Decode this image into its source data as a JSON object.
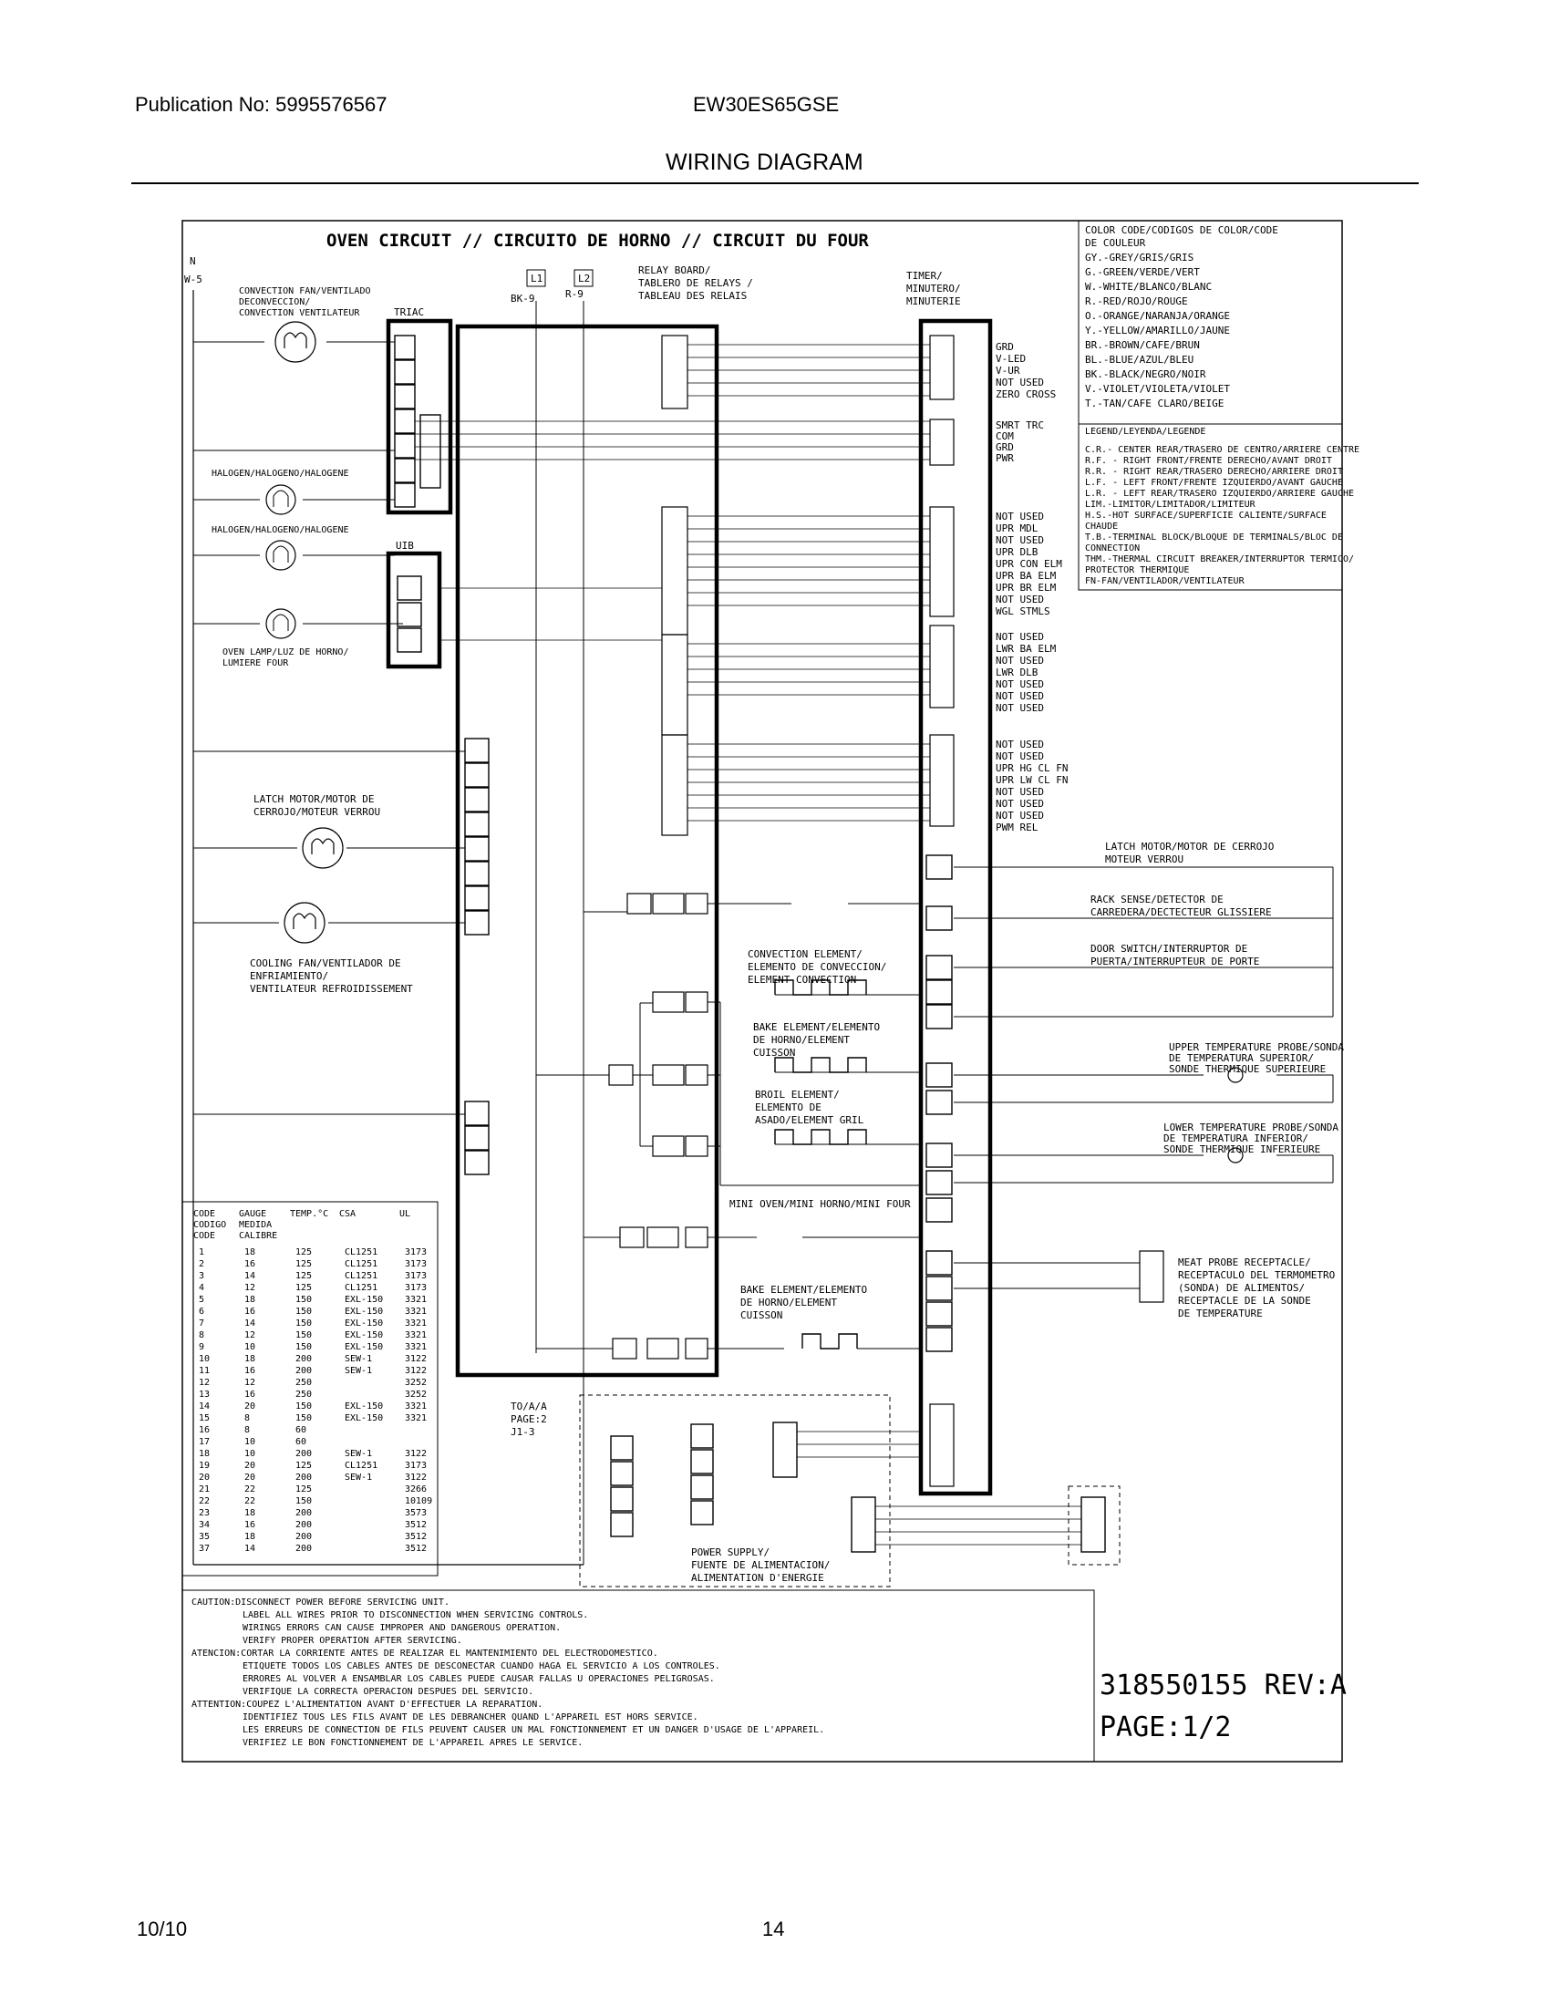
{
  "header": {
    "publication": "Publication No: 5995576567",
    "model": "EW30ES65GSE",
    "section_title": "WIRING DIAGRAM"
  },
  "footer": {
    "date": "10/10",
    "page": "14"
  },
  "diagram": {
    "title": "OVEN CIRCUIT // CIRCUITO DE HORNO // CIRCUIT DU FOUR",
    "neutral": "N",
    "n_wire": "W-5",
    "lines": {
      "l1": "L1",
      "l2": "L2",
      "l1_wire": "BK-9",
      "l2_wire": "R-9"
    },
    "relay_board": [
      "RELAY BOARD/",
      "TABLERO DE RELAYS /",
      "TABLEAU  DES RELAIS"
    ],
    "timer": [
      "TIMER/",
      "MINUTERO/",
      "MINUTERIE"
    ],
    "triac": "TRIAC",
    "uib": "UIB",
    "convection_fan": [
      "CONVECTION FAN/VENTILADO",
      "DECONVECCION/",
      "CONVECTION VENTILATEUR"
    ],
    "halogen": "HALOGEN/HALOGENO/HALOGENE",
    "oven_lamp": [
      "OVEN LAMP/LUZ DE HORNO/",
      "LUMIERE FOUR"
    ],
    "latch_motor": [
      "LATCH MOTOR/MOTOR DE",
      "CERROJO/MOTEUR VERROU"
    ],
    "cooling_fan": [
      "COOLING FAN/VENTILADOR DE",
      "ENFRIAMIENTO/",
      "VENTILATEUR REFROIDISSEMENT"
    ],
    "convection_element": [
      "CONVECTION ELEMENT/",
      "ELEMENTO DE CONVECCION/",
      "ELEMENT CONVECTION"
    ],
    "bake_element": [
      "BAKE ELEMENT/ELEMENTO",
      "DE HORNO/ELEMENT",
      "CUISSON"
    ],
    "broil_element": [
      "BROIL ELEMENT/",
      "ELEMENTO DE",
      "ASADO/ELEMENT GRIL"
    ],
    "mini_oven": "MINI OVEN/MINI HORNO/MINI FOUR",
    "mini_bake_element": [
      "BAKE ELEMENT/ELEMENTO",
      "DE HORNO/ELEMENT",
      "CUISSON"
    ],
    "latch_motor_right": [
      "LATCH MOTOR/MOTOR DE CERROJO",
      "MOTEUR VERROU"
    ],
    "rack_sense": [
      "RACK SENSE/DETECTOR DE",
      "CARREDERA/DECTECTEUR GLISSIERE"
    ],
    "door_switch": [
      "DOOR SWITCH/INTERRUPTOR DE",
      "PUERTA/INTERRUPTEUR DE PORTE"
    ],
    "upper_probe": [
      "UPPER TEMPERATURE PROBE/SONDA",
      "DE TEMPERATURA SUPERIOR/",
      "SONDE THERMIQUE SUPERIEURE"
    ],
    "lower_probe": [
      "LOWER TEMPERATURE PROBE/SONDA",
      "DE TEMPERATURA INFERIOR/",
      "SONDE THERMIQUE INFERIEURE"
    ],
    "meat_probe": [
      "MEAT PROBE RECEPTACLE/",
      "RECEPTACULO DEL TERMOMETRO",
      "(SONDA) DE ALIMENTOS/",
      "RECEPTACLE DE LA SONDE",
      "DE TEMPERATURE"
    ],
    "power_supply": [
      "POWER SUPPLY/",
      "FUENTE DE ALIMENTACION/",
      "ALIMENTATION D'ENERGIE"
    ],
    "to_page": [
      "TO/A/A",
      "PAGE:2",
      "J1-3"
    ],
    "p16_labels": [
      "GRD",
      "V-LED",
      "V-UR",
      "NOT USED",
      "ZERO CROSS"
    ],
    "p2_labels": [
      "SMRT TRC",
      "COM",
      "GRD",
      "PWR"
    ],
    "p9_labels": [
      "NOT USED",
      "UPR MDL",
      "NOT USED",
      "UPR DLB",
      "UPR CON ELM",
      "UPR BA ELM",
      "UPR BR ELM",
      "NOT USED",
      "WGL STMLS"
    ],
    "p11_labels": [
      "NOT USED",
      "LWR BA ELM",
      "NOT USED",
      "LWR DLB",
      "NOT USED",
      "NOT USED",
      "NOT USED"
    ],
    "p13_labels": [
      "NOT USED",
      "NOT USED",
      "UPR HG CL FN",
      "UPR LW CL FN",
      "NOT USED",
      "NOT USED",
      "NOT USED",
      "PWM REL"
    ],
    "color_code_title": [
      "COLOR CODE/CODIGOS DE COLOR/CODE",
      "DE COULEUR"
    ],
    "color_codes": [
      "GY.-GREY/GRIS/GRIS",
      "G.-GREEN/VERDE/VERT",
      "W.-WHITE/BLANCO/BLANC",
      "R.-RED/ROJO/ROUGE",
      "O.-ORANGE/NARANJA/ORANGE",
      "Y.-YELLOW/AMARILLO/JAUNE",
      "BR.-BROWN/CAFE/BRUN",
      "BL.-BLUE/AZUL/BLEU",
      "BK.-BLACK/NEGRO/NOIR",
      "V.-VIOLET/VIOLETA/VIOLET",
      "T.-TAN/CAFE CLARO/BEIGE"
    ],
    "legend_title": "LEGEND/LEYENDA/LEGENDE",
    "legend": [
      "C.R.- CENTER REAR/TRASERO DE CENTRO/ARRIERE CENTRE",
      "R.F. - RIGHT FRONT/FRENTE DERECHO/AVANT DROIT",
      "R.R. - RIGHT REAR/TRASERO DERECHO/ARRIERE DROIT",
      "L.F. - LEFT FRONT/FRENTE IZQUIERDO/AVANT GAUCHE",
      "L.R. - LEFT REAR/TRASERO IZQUIERDO/ARRIERE GAUCHE",
      "LIM.-LIMITOR/LIMITADOR/LIMITEUR",
      "H.S.-HOT SURFACE/SUPERFICIE CALIENTE/SURFACE",
      "     CHAUDE",
      "T.B.-TERMINAL BLOCK/BLOQUE DE TERMINALS/BLOC DE",
      "     CONNECTION",
      "THM.-THERMAL CIRCUIT BREAKER/INTERRUPTOR TERMICO/",
      "     PROTECTOR THERMIQUE",
      "FN-FAN/VENTILADOR/VENTILATEUR"
    ],
    "wire_table": {
      "headers": [
        [
          "CODE",
          "GAUGE",
          "TEMP.°C",
          "CSA",
          "UL"
        ],
        [
          "CODIGO",
          "MEDIDA",
          "",
          "",
          ""
        ],
        [
          "CODE",
          "CALIBRE",
          "",
          "",
          ""
        ]
      ],
      "rows": [
        [
          "1",
          "18",
          "125",
          "CL1251",
          "3173"
        ],
        [
          "2",
          "16",
          "125",
          "CL1251",
          "3173"
        ],
        [
          "3",
          "14",
          "125",
          "CL1251",
          "3173"
        ],
        [
          "4",
          "12",
          "125",
          "CL1251",
          "3173"
        ],
        [
          "5",
          "18",
          "150",
          "EXL-150",
          "3321"
        ],
        [
          "6",
          "16",
          "150",
          "EXL-150",
          "3321"
        ],
        [
          "7",
          "14",
          "150",
          "EXL-150",
          "3321"
        ],
        [
          "8",
          "12",
          "150",
          "EXL-150",
          "3321"
        ],
        [
          "9",
          "10",
          "150",
          "EXL-150",
          "3321"
        ],
        [
          "10",
          "18",
          "200",
          "SEW-1",
          "3122"
        ],
        [
          "11",
          "16",
          "200",
          "SEW-1",
          "3122"
        ],
        [
          "12",
          "12",
          "250",
          "",
          "3252"
        ],
        [
          "13",
          "16",
          "250",
          "",
          "3252"
        ],
        [
          "14",
          "20",
          "150",
          "EXL-150",
          "3321"
        ],
        [
          "15",
          "8",
          "150",
          "EXL-150",
          "3321"
        ],
        [
          "16",
          "8",
          "60",
          "",
          ""
        ],
        [
          "17",
          "10",
          "60",
          "",
          ""
        ],
        [
          "18",
          "10",
          "200",
          "SEW-1",
          "3122"
        ],
        [
          "19",
          "20",
          "125",
          "CL1251",
          "3173"
        ],
        [
          "20",
          "20",
          "200",
          "SEW-1",
          "3122"
        ],
        [
          "21",
          "22",
          "125",
          "",
          "3266"
        ],
        [
          "22",
          "22",
          "150",
          "",
          "10109"
        ],
        [
          "23",
          "18",
          "200",
          "",
          "3573"
        ],
        [
          "34",
          "16",
          "200",
          "",
          "3512"
        ],
        [
          "35",
          "18",
          "200",
          "",
          "3512"
        ],
        [
          "37",
          "14",
          "200",
          "",
          "3512"
        ]
      ]
    },
    "caution": [
      "CAUTION:DISCONNECT POWER BEFORE SERVICING UNIT.",
      "LABEL ALL WIRES PRIOR TO DISCONNECTION WHEN SERVICING CONTROLS.",
      "WIRINGS ERRORS CAN CAUSE IMPROPER AND DANGEROUS OPERATION.",
      "VERIFY PROPER OPERATION AFTER SERVICING.",
      "ATENCION:CORTAR LA CORRIENTE ANTES DE REALIZAR EL MANTENIMIENTO DEL ELECTRODOMESTICO.",
      "ETIQUETE TODOS LOS CABLES ANTES DE DESCONECTAR CUANDO HAGA EL SERVICIO A LOS CONTROLES.",
      "ERRORES AL VOLVER A ENSAMBLAR LOS CABLES PUEDE CAUSAR FALLAS U OPERACIONES PELIGROSAS.",
      "VERIFIQUE LA CORRECTA OPERACION DESPUES DEL SERVICIO.",
      "ATTENTION:COUPEZ L'ALIMENTATION AVANT D'EFFECTUER LA REPARATION.",
      "IDENTIFIEZ TOUS LES FILS AVANT DE LES DEBRANCHER QUAND L'APPAREIL EST HORS SERVICE.",
      "LES ERREURS DE CONNECTION DE FILS PEUVENT CAUSER UN MAL FONCTIONNEMENT ET UN DANGER D'USAGE DE L'APPAREIL.",
      "VERIFIEZ LE BON FONCTIONNEMENT DE L'APPAREIL APRES LE SERVICE."
    ],
    "part_number": "318550155 REV:A",
    "page_label": "PAGE:1/2"
  }
}
